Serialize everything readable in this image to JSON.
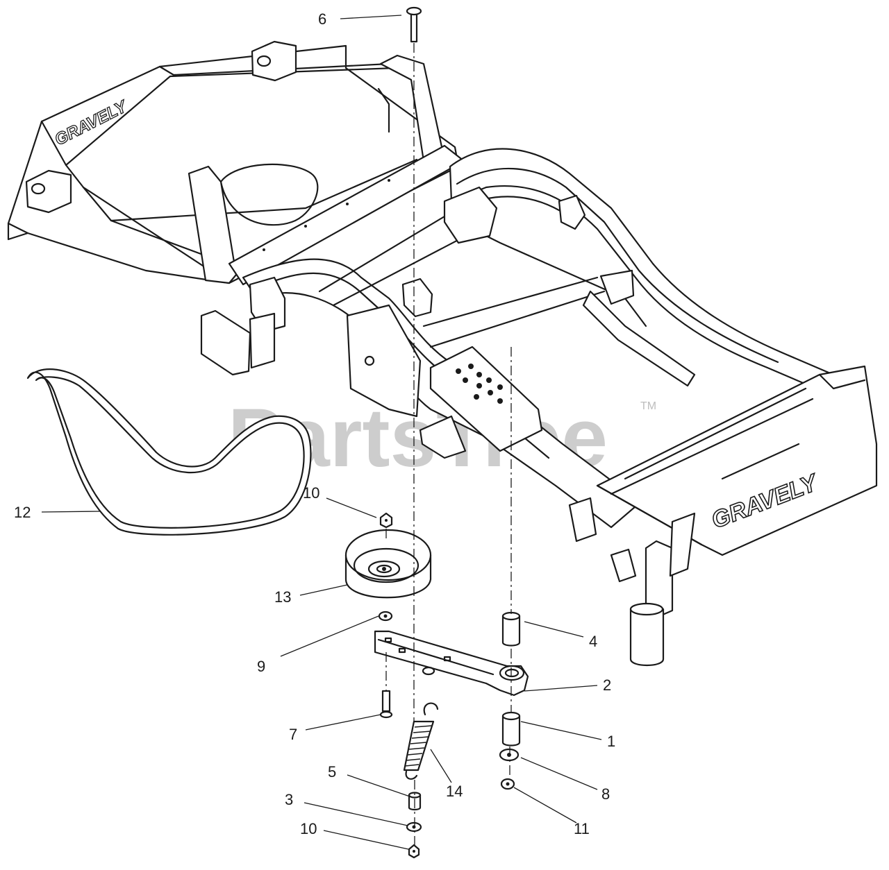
{
  "watermark": {
    "text": "PartsTree",
    "tm": "TM"
  },
  "frame_markings": {
    "brand_front": "GRAVELY",
    "brand_rear": "GRAVELY"
  },
  "callouts": [
    {
      "id": "c6",
      "label": "6"
    },
    {
      "id": "c12",
      "label": "12"
    },
    {
      "id": "c10a",
      "label": "10"
    },
    {
      "id": "c13",
      "label": "13"
    },
    {
      "id": "c4",
      "label": "4"
    },
    {
      "id": "c9",
      "label": "9"
    },
    {
      "id": "c2",
      "label": "2"
    },
    {
      "id": "c7",
      "label": "7"
    },
    {
      "id": "c1",
      "label": "1"
    },
    {
      "id": "c5",
      "label": "5"
    },
    {
      "id": "c14",
      "label": "14"
    },
    {
      "id": "c8",
      "label": "8"
    },
    {
      "id": "c3",
      "label": "3"
    },
    {
      "id": "c11",
      "label": "11"
    },
    {
      "id": "c10b",
      "label": "10"
    }
  ]
}
